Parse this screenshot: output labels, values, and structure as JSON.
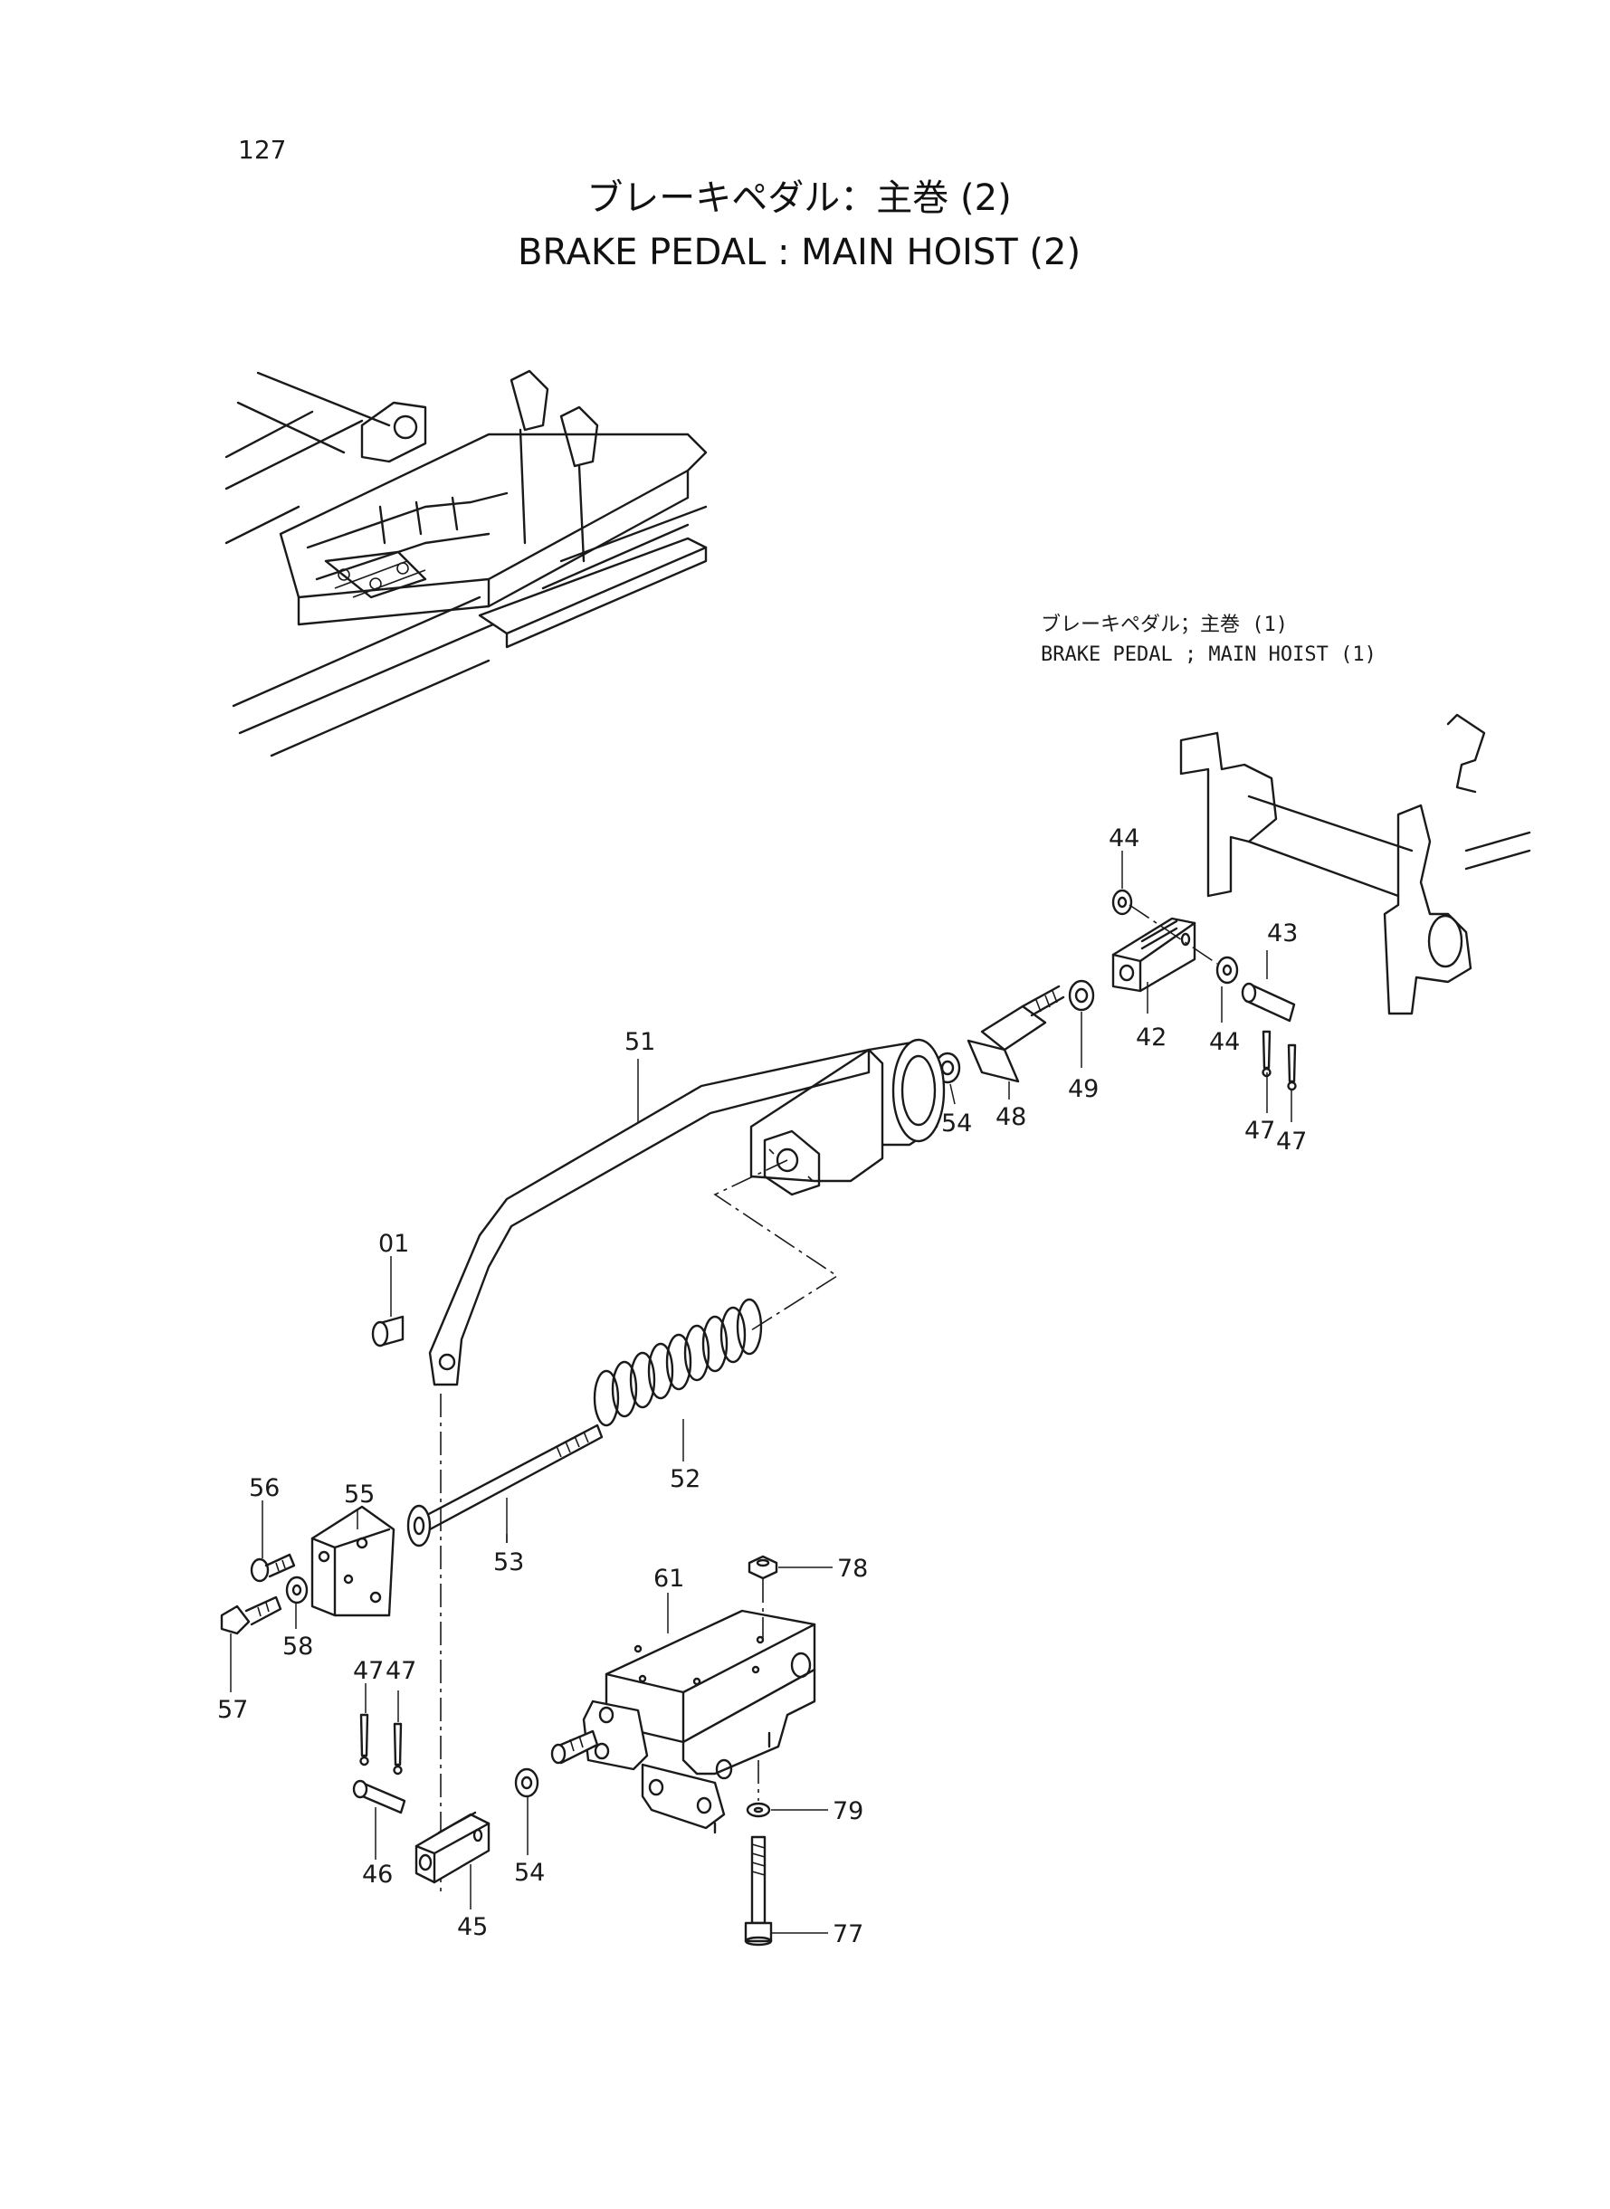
{
  "page_number": "127",
  "title_jp": "ブレーキペダル：主巻 (2)",
  "title_en": "BRAKE PEDAL : MAIN HOIST (2)",
  "reference": {
    "jp": "ブレーキペダル；主巻 (1)",
    "en": "BRAKE PEDAL ; MAIN HOIST (1)"
  },
  "part_labels": {
    "p01": "01",
    "p42": "42",
    "p43": "43",
    "p44a": "44",
    "p44b": "44",
    "p45": "45",
    "p46": "46",
    "p47a": "47",
    "p47b": "47",
    "p47c": "47",
    "p47d": "47",
    "p48": "48",
    "p49": "49",
    "p51": "51",
    "p52": "52",
    "p53": "53",
    "p54a": "54",
    "p54b": "54",
    "p55": "55",
    "p56": "56",
    "p57": "57",
    "p58": "58",
    "p61": "61",
    "p77": "77",
    "p78": "78",
    "p79": "79"
  }
}
